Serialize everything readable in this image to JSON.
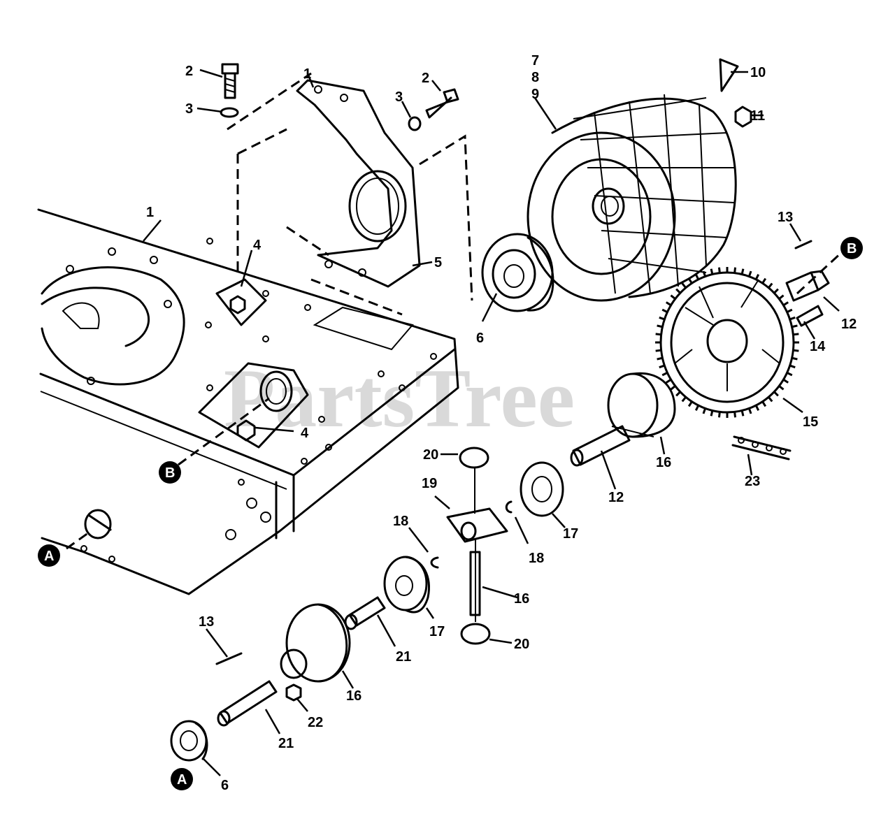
{
  "watermark": "PartsTree",
  "labels": [
    {
      "id": "l1",
      "text": "1"
    },
    {
      "id": "l1b",
      "text": "1"
    },
    {
      "id": "l2a",
      "text": "2"
    },
    {
      "id": "l2b",
      "text": "2"
    },
    {
      "id": "l3a",
      "text": "3"
    },
    {
      "id": "l3b",
      "text": "3"
    },
    {
      "id": "l4a",
      "text": "4"
    },
    {
      "id": "l4b",
      "text": "4"
    },
    {
      "id": "l5",
      "text": "5"
    },
    {
      "id": "l6a",
      "text": "6"
    },
    {
      "id": "l6b",
      "text": "6"
    },
    {
      "id": "l7",
      "text": "7"
    },
    {
      "id": "l8",
      "text": "8"
    },
    {
      "id": "l9",
      "text": "9"
    },
    {
      "id": "l10",
      "text": "10"
    },
    {
      "id": "l11",
      "text": "11"
    },
    {
      "id": "l12a",
      "text": "12"
    },
    {
      "id": "l12b",
      "text": "12"
    },
    {
      "id": "l13a",
      "text": "13"
    },
    {
      "id": "l13b",
      "text": "13"
    },
    {
      "id": "l14",
      "text": "14"
    },
    {
      "id": "l15",
      "text": "15"
    },
    {
      "id": "l16a",
      "text": "16"
    },
    {
      "id": "l16b",
      "text": "16"
    },
    {
      "id": "l16c",
      "text": "16"
    },
    {
      "id": "l17a",
      "text": "17"
    },
    {
      "id": "l17b",
      "text": "17"
    },
    {
      "id": "l18a",
      "text": "18"
    },
    {
      "id": "l18b",
      "text": "18"
    },
    {
      "id": "l19",
      "text": "19"
    },
    {
      "id": "l20a",
      "text": "20"
    },
    {
      "id": "l20b",
      "text": "20"
    },
    {
      "id": "l21a",
      "text": "21"
    },
    {
      "id": "l21b",
      "text": "21"
    },
    {
      "id": "l22",
      "text": "22"
    },
    {
      "id": "l23",
      "text": "23"
    }
  ],
  "callouts": {
    "a1": "A",
    "a2": "A",
    "b1": "B",
    "b2": "B"
  },
  "colors": {
    "line": "#000000",
    "background": "#ffffff",
    "watermark": "#d9d9d9"
  }
}
